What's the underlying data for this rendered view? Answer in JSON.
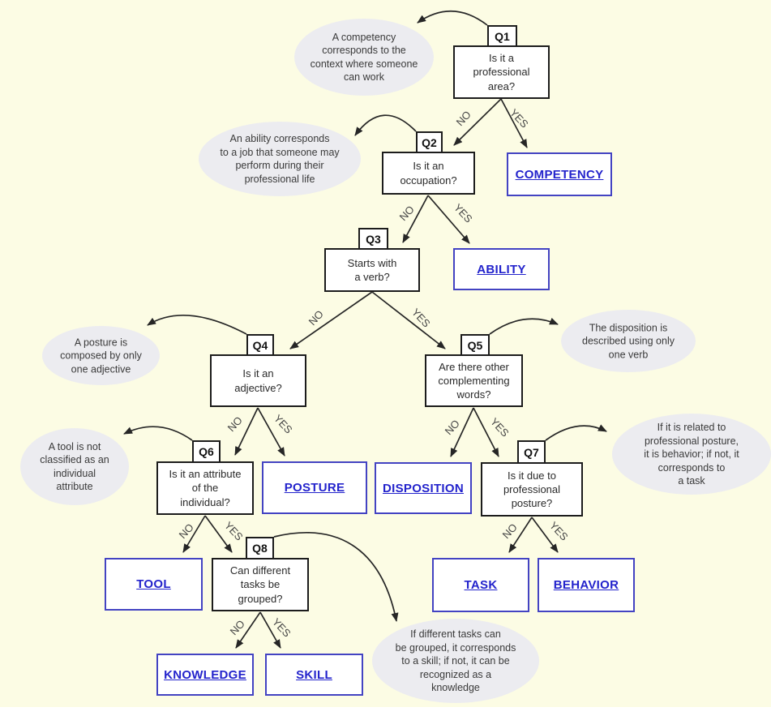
{
  "colors": {
    "background": "#FCFCE4",
    "bubble_fill": "#ECECF0",
    "result_border": "#4343C2",
    "result_text": "#2323CC",
    "box_border": "#1C1C1C",
    "arrow": "#262626"
  },
  "questions": [
    {
      "id": "Q1",
      "text": "Is it a\nprofessional\narea?"
    },
    {
      "id": "Q2",
      "text": "Is it an\noccupation?"
    },
    {
      "id": "Q3",
      "text": "Starts with\na verb?"
    },
    {
      "id": "Q4",
      "text": "Is it an\nadjective?"
    },
    {
      "id": "Q5",
      "text": "Are there other\ncomplementing\nwords?"
    },
    {
      "id": "Q6",
      "text": "Is it an attribute\nof the\nindividual?"
    },
    {
      "id": "Q7",
      "text": "Is it due to\nprofessional\nposture?"
    },
    {
      "id": "Q8",
      "text": "Can different\ntasks be\ngrouped?"
    }
  ],
  "results": [
    {
      "label": "COMPETENCY"
    },
    {
      "label": "ABILITY"
    },
    {
      "label": "POSTURE"
    },
    {
      "label": "DISPOSITION"
    },
    {
      "label": "TOOL"
    },
    {
      "label": "TASK"
    },
    {
      "label": "BEHAVIOR"
    },
    {
      "label": "KNOWLEDGE"
    },
    {
      "label": "SKILL"
    }
  ],
  "notes": [
    {
      "for": "Q1",
      "text": "A competency\ncorresponds to the\ncontext where someone\ncan work"
    },
    {
      "for": "Q2",
      "text": "An ability corresponds\nto a job that someone may\nperform during their\nprofessional life"
    },
    {
      "for": "Q4",
      "text": "A posture is\ncomposed by only\none adjective"
    },
    {
      "for": "Q5",
      "text": "The disposition is\ndescribed using only\none verb"
    },
    {
      "for": "Q6",
      "text": "A tool is not\nclassified as an\nindividual\nattribute"
    },
    {
      "for": "Q7",
      "text": "If it is related to\nprofessional posture,\nit is behavior; if not, it\ncorresponds to\na task"
    },
    {
      "for": "Q8",
      "text": "If different tasks can\nbe grouped, it corresponds\nto a skill; if not, it can be\nrecognized as a\nknowledge"
    }
  ],
  "edges": [
    {
      "from": "Q1",
      "label": "NO",
      "to": "Q2"
    },
    {
      "from": "Q1",
      "label": "YES",
      "to": "COMPETENCY"
    },
    {
      "from": "Q2",
      "label": "NO",
      "to": "Q3"
    },
    {
      "from": "Q2",
      "label": "YES",
      "to": "ABILITY"
    },
    {
      "from": "Q3",
      "label": "NO",
      "to": "Q4"
    },
    {
      "from": "Q3",
      "label": "YES",
      "to": "Q5"
    },
    {
      "from": "Q4",
      "label": "NO",
      "to": "Q6"
    },
    {
      "from": "Q4",
      "label": "YES",
      "to": "POSTURE"
    },
    {
      "from": "Q5",
      "label": "NO",
      "to": "DISPOSITION"
    },
    {
      "from": "Q5",
      "label": "YES",
      "to": "Q7"
    },
    {
      "from": "Q6",
      "label": "NO",
      "to": "TOOL"
    },
    {
      "from": "Q6",
      "label": "YES",
      "to": "Q8"
    },
    {
      "from": "Q7",
      "label": "NO",
      "to": "TASK"
    },
    {
      "from": "Q7",
      "label": "YES",
      "to": "BEHAVIOR"
    },
    {
      "from": "Q8",
      "label": "NO",
      "to": "KNOWLEDGE"
    },
    {
      "from": "Q8",
      "label": "YES",
      "to": "SKILL"
    }
  ]
}
